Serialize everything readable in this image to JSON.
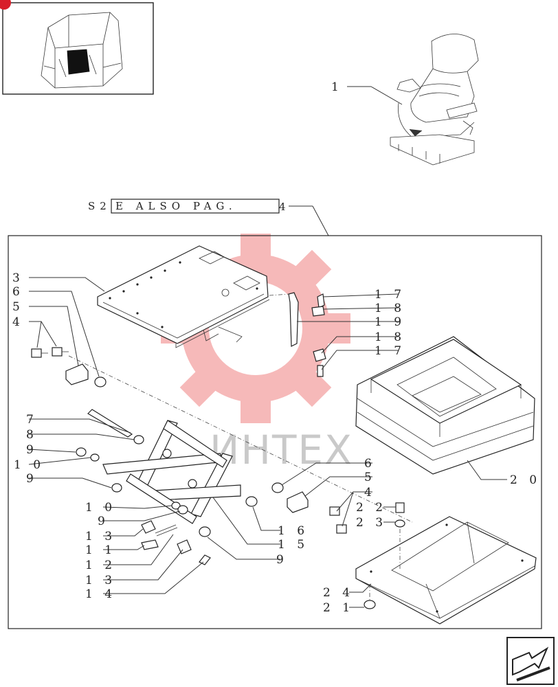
{
  "reference_box": {
    "prefix": "S2E",
    "text": "E ALSO PAG.",
    "page": "4"
  },
  "watermark": {
    "text": "ИНТЕХ",
    "gear_color": "#f08080"
  },
  "labels": [
    {
      "id": "1",
      "text": "1"
    },
    {
      "id": "3",
      "text": "3"
    },
    {
      "id": "6a",
      "text": "6"
    },
    {
      "id": "5a",
      "text": "5"
    },
    {
      "id": "4a",
      "text": "4"
    },
    {
      "id": "17a",
      "text": "1 7"
    },
    {
      "id": "18a",
      "text": "1 8"
    },
    {
      "id": "19",
      "text": "1 9"
    },
    {
      "id": "18b",
      "text": "1 8"
    },
    {
      "id": "17b",
      "text": "1 7"
    },
    {
      "id": "7",
      "text": "7"
    },
    {
      "id": "8",
      "text": "8"
    },
    {
      "id": "9a",
      "text": "9"
    },
    {
      "id": "10a",
      "text": "1 0"
    },
    {
      "id": "9b",
      "text": "9"
    },
    {
      "id": "6b",
      "text": "6"
    },
    {
      "id": "5b",
      "text": "5"
    },
    {
      "id": "4b",
      "text": "4"
    },
    {
      "id": "20",
      "text": "2 0"
    },
    {
      "id": "22",
      "text": "2 2"
    },
    {
      "id": "23",
      "text": "2 3"
    },
    {
      "id": "10b",
      "text": "1 0"
    },
    {
      "id": "9c",
      "text": "9"
    },
    {
      "id": "13a",
      "text": "1 3"
    },
    {
      "id": "11",
      "text": "1 1"
    },
    {
      "id": "12",
      "text": "1 2"
    },
    {
      "id": "13b",
      "text": "1 3"
    },
    {
      "id": "14",
      "text": "1 4"
    },
    {
      "id": "16",
      "text": "1 6"
    },
    {
      "id": "15",
      "text": "1 5"
    },
    {
      "id": "9d",
      "text": "9"
    },
    {
      "id": "24",
      "text": "2 4"
    },
    {
      "id": "21",
      "text": "2 1"
    }
  ],
  "icons": {
    "badge": "red-circle-badge",
    "nav": "next-page-arrow-icon"
  }
}
